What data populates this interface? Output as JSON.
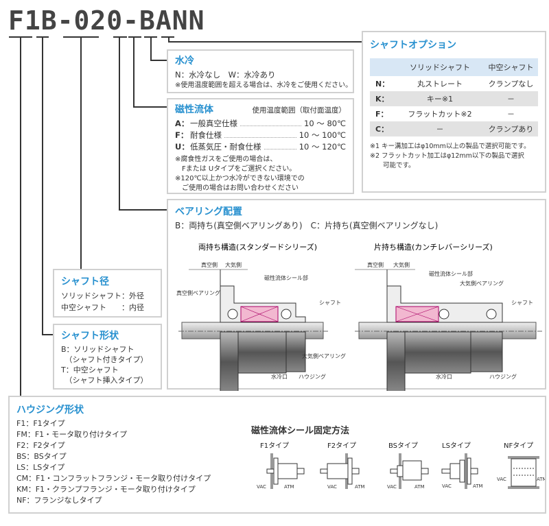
{
  "model_code": "F1B-020-BANN",
  "code_parts": [
    "F1",
    "B",
    "020",
    "B",
    "A",
    "N",
    "N"
  ],
  "water_cooling": {
    "title": "水冷",
    "options": "N：水冷なし　W：水冷あり",
    "note": "※使用温度範囲を超える場合は、水冷をご使用ください。"
  },
  "magnetic_fluid": {
    "title": "磁性流体",
    "range_header": "使用温度範囲（取付面温度）",
    "items": [
      {
        "code": "A：",
        "name": "一般真空仕様",
        "range": "10 ～ 80℃"
      },
      {
        "code": "F：",
        "name": "耐食仕様",
        "range": "10 ～ 100℃"
      },
      {
        "code": "U：",
        "name": "低蒸気圧・耐食仕様",
        "range": "10 ～ 120℃"
      }
    ],
    "notes": [
      "※腐食性ガスをご使用の場合は、",
      "　Fまたは Uタイプをご選択ください。",
      "※120℃以上かつ水冷ができない環境での",
      "　ご使用の場合はお問い合わせください"
    ]
  },
  "shaft_option": {
    "title": "シャフトオプション",
    "headers": [
      "",
      "ソリッドシャフト",
      "中空シャフト"
    ],
    "rows": [
      [
        "N：",
        "丸ストレート",
        "クランプなし"
      ],
      [
        "K：",
        "キー※1",
        "－"
      ],
      [
        "F：",
        "フラットカット※2",
        "－"
      ],
      [
        "C：",
        "－",
        "クランプあり"
      ]
    ],
    "notes": [
      "※1 キー溝加工はφ10mm以上の製品で選択可能です。",
      "※2 フラットカット加工はφ12mm以下の製品で選択",
      "　　可能です。"
    ]
  },
  "bearing": {
    "title": "ベアリング配置",
    "options": "B：両持ち(真空側ベアリングあり)　C：片持ち(真空側ベアリングなし)",
    "diagram_left": {
      "title": "両持ち構造(スタンダードシリーズ)",
      "vac": "真空側",
      "atm": "大気側",
      "seal": "磁性流体シール部",
      "vac_bearing": "真空側ベアリング",
      "shaft": "シャフト",
      "atm_bearing": "大気側ベアリング",
      "water": "水冷口",
      "housing": "ハウジング"
    },
    "diagram_right": {
      "title": "片持ち構造(カンチレバーシリーズ)",
      "vac": "真空側",
      "atm": "大気側",
      "seal": "磁性流体シール部",
      "atm_bearing": "大気側ベアリング",
      "shaft": "シャフト",
      "water": "水冷口",
      "housing": "ハウジング"
    }
  },
  "shaft_diameter": {
    "title": "シャフト径",
    "lines": [
      "ソリッドシャフト：外径",
      "中空シャフト　　：内径"
    ]
  },
  "shaft_shape": {
    "title": "シャフト形状",
    "lines": [
      "B：ソリッドシャフト",
      "　（シャフト付きタイプ）",
      "T：中空シャフト",
      "　（シャフト挿入タイプ）"
    ]
  },
  "housing": {
    "title": "ハウジング形状",
    "items": [
      "F1：F1タイプ",
      "FM：F1・モータ取り付けタイプ",
      "F2：F2タイプ",
      "BS：BSタイプ",
      "LS：LSタイプ",
      "CM：F1・コンフラットフランジ・モータ取り付けタイプ",
      "KM：F1・クランプフランジ・モータ取り付けタイプ",
      "NF：フランジなしタイプ"
    ],
    "fixing_title": "磁性流体シール固定方法",
    "fixing_types": [
      "F1タイプ",
      "F2タイプ",
      "BSタイプ",
      "LSタイプ",
      "NFタイプ"
    ],
    "vac": "VAC",
    "atm": "ATM"
  },
  "colors": {
    "title_blue": "#2790cf",
    "header_blue": "#d8e7f5",
    "seal_pink": "#f2b8d0"
  }
}
